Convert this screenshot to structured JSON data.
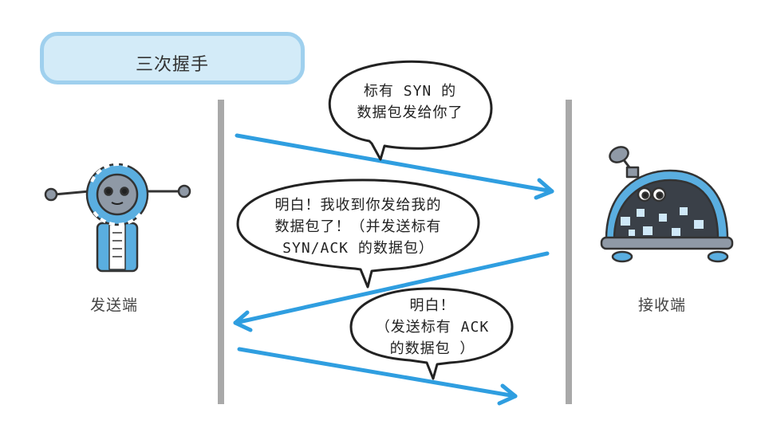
{
  "title": "三次握手",
  "sender_label": "发送端",
  "receiver_label": "接收端",
  "messages": [
    {
      "lines": [
        "标有 SYN 的",
        "数据包发给你了"
      ]
    },
    {
      "lines": [
        "明白！我收到你发给我的",
        "数据包了！（并发送标有",
        "SYN/ACK 的数据包）"
      ]
    },
    {
      "lines": [
        "明白！",
        "（发送标有 ACK",
        "的数据包 ）"
      ]
    }
  ],
  "colors": {
    "arrow": "#2f9ee0",
    "divider": "#a9a9a9",
    "banner_fill": "#d3ebf8",
    "banner_border": "#9fd0ee",
    "robot_blue": "#5aaee0"
  },
  "icons": [
    "sender-robot-icon",
    "receiver-robot-icon"
  ]
}
